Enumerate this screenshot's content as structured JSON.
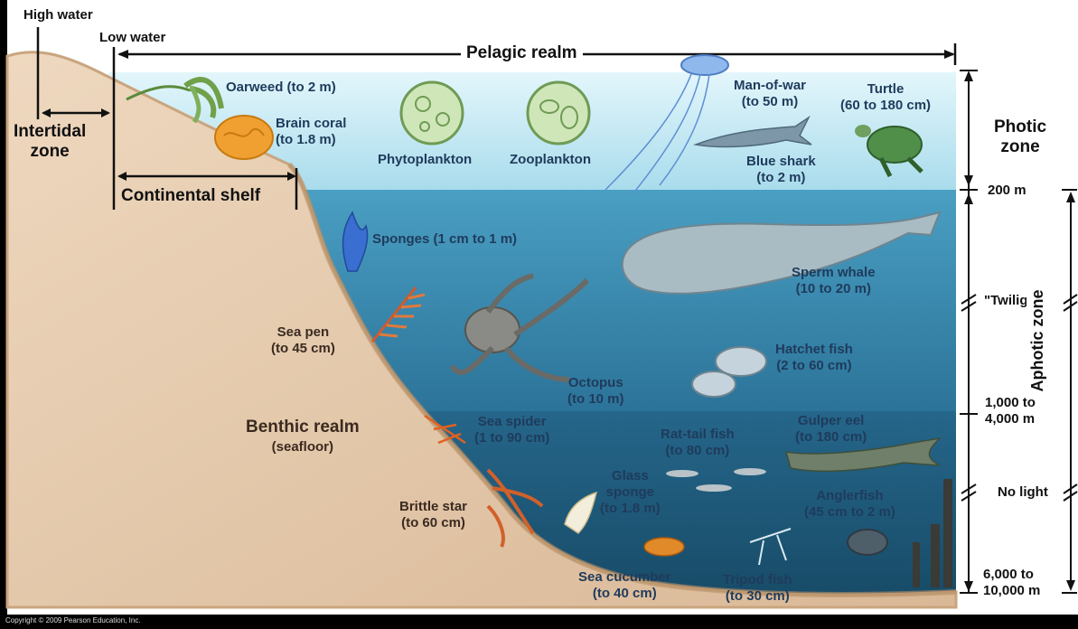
{
  "labels": {
    "high_water": "High water",
    "low_water": "Low water",
    "intertidal_line1": "Intertidal",
    "intertidal_line2": "zone",
    "continental_shelf": "Continental shelf",
    "pelagic_realm": "Pelagic realm",
    "oarweed": "Oarweed (to 2 m)",
    "brain_coral_line1": "Brain coral",
    "brain_coral_line2": "(to 1.8 m)",
    "phytoplankton": "Phytoplankton",
    "zooplankton": "Zooplankton",
    "man_of_war_line1": "Man-of-war",
    "man_of_war_line2": "(to 50 m)",
    "turtle_line1": "Turtle",
    "turtle_line2": "(60 to 180 cm)",
    "blue_shark_line1": "Blue shark",
    "blue_shark_line2": "(to 2 m)",
    "sponges": "Sponges (1 cm to 1 m)",
    "sperm_whale_line1": "Sperm whale",
    "sperm_whale_line2": "(10 to 20 m)",
    "sea_pen_line1": "Sea pen",
    "sea_pen_line2": "(to 45 cm)",
    "octopus_line1": "Octopus",
    "octopus_line2": "(to 10 m)",
    "hatchet_fish_line1": "Hatchet fish",
    "hatchet_fish_line2": "(2 to 60 cm)",
    "benthic_realm_line1": "Benthic realm",
    "benthic_realm_line2": "(seafloor)",
    "sea_spider_line1": "Sea spider",
    "sea_spider_line2": "(1 to 90 cm)",
    "rat_tail_line1": "Rat-tail fish",
    "rat_tail_line2": "(to 80 cm)",
    "gulper_eel_line1": "Gulper eel",
    "gulper_eel_line2": "(to 180 cm)",
    "glass_sponge_line1": "Glass",
    "glass_sponge_line2": "sponge",
    "glass_sponge_line3": "(to 1.8 m)",
    "anglerfish_line1": "Anglerfish",
    "anglerfish_line2": "(45 cm to 2 m)",
    "brittle_star_line1": "Brittle star",
    "brittle_star_line2": "(to 60 cm)",
    "sea_cucumber_line1": "Sea cucumber",
    "sea_cucumber_line2": "(to 40 cm)",
    "tripod_fish_line1": "Tripod fish",
    "tripod_fish_line2": "(to 30 cm)",
    "photic_line1": "Photic",
    "photic_line2": "zone",
    "depth_200": "200 m",
    "twilight": "\"Twilight\"",
    "aphotic_zone": "Aphotic zone",
    "depth_1000_line1": "1,000 to",
    "depth_1000_line2": "4,000 m",
    "no_light": "No light",
    "depth_6000_line1": "6,000 to",
    "depth_6000_line2": "10,000 m",
    "copyright": "Copyright © 2009 Pearson Education, Inc."
  },
  "colors": {
    "photic": "#cdeef7",
    "twilight": "#3f8fb4",
    "deep": "#1f5f7f",
    "seafloor": "#e6c9a8",
    "label_blue": "#1f3b5c"
  }
}
